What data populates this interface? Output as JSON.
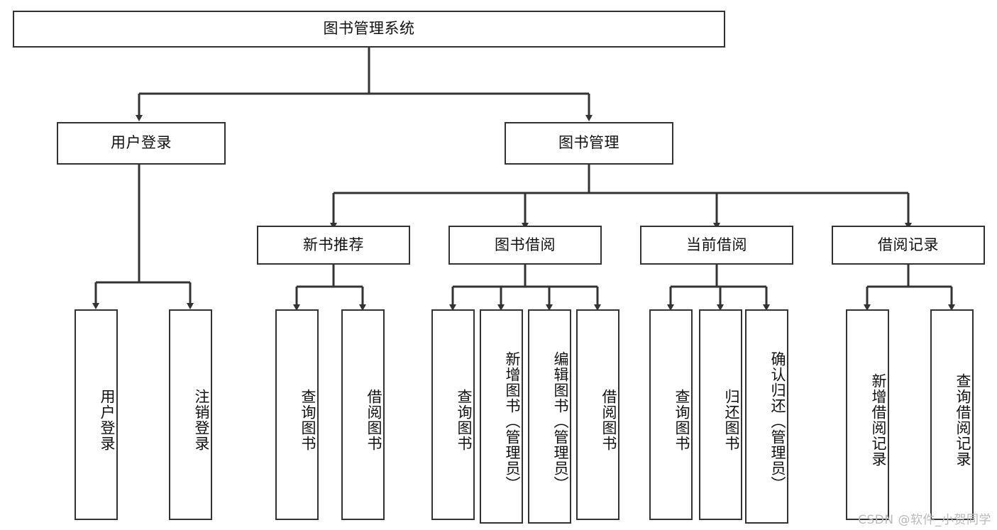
{
  "diagram": {
    "title": "图书管理系统",
    "type": "tree-hierarchy",
    "watermark": "CSDN @软件_小贺同学",
    "colors": {
      "stroke": "#333333",
      "fill": "#ffffff",
      "text": "#111111",
      "watermark": "#b9b9b9"
    },
    "root": {
      "label": "图书管理系统"
    },
    "level1": [
      {
        "label": "用户登录"
      },
      {
        "label": "图书管理"
      }
    ],
    "level2": [
      {
        "label": "新书推荐"
      },
      {
        "label": "图书借阅"
      },
      {
        "label": "当前借阅"
      },
      {
        "label": "借阅记录"
      }
    ],
    "leaves": {
      "user_login": [
        {
          "label": "用户登录"
        },
        {
          "label": "注销登录"
        }
      ],
      "new_book_recommend": [
        {
          "label": "查询图书"
        },
        {
          "label": "借阅图书"
        }
      ],
      "book_borrow": [
        {
          "label": "查询图书"
        },
        {
          "label": "新增图书（管理员）"
        },
        {
          "label": "编辑图书（管理员）"
        },
        {
          "label": "借阅图书"
        }
      ],
      "current_borrow": [
        {
          "label": "查询图书"
        },
        {
          "label": "归还图书"
        },
        {
          "label": "确认归还（管理员）"
        }
      ],
      "borrow_record": [
        {
          "label": "新增借阅记录"
        },
        {
          "label": "查询借阅记录"
        }
      ]
    }
  }
}
